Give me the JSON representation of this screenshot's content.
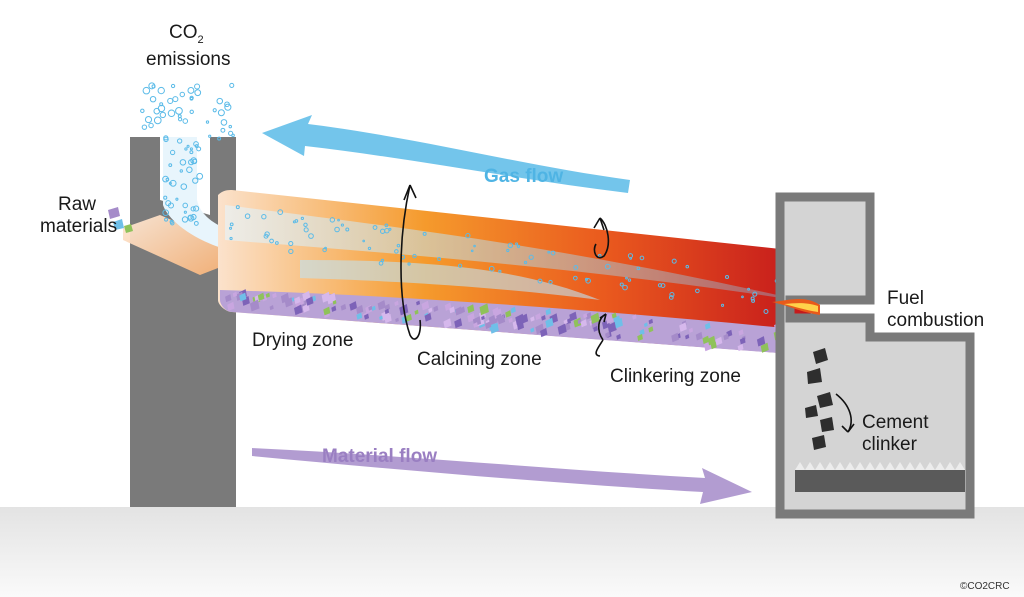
{
  "labels": {
    "co2_main": "CO",
    "co2_sub": "2",
    "emissions": "emissions",
    "raw_materials": "Raw\nmaterials",
    "gas_flow": "Gas flow",
    "drying_zone": "Drying zone",
    "calcining_zone": "Calcining zone",
    "clinkering_zone": "Clinkering zone",
    "fuel_combustion": "Fuel\ncombustion",
    "cement_clinker": "Cement\nclinker",
    "material_flow": "Material flow",
    "copyright": "©CO2CRC"
  },
  "colors": {
    "gas_flow": "#5bbbe8",
    "material_flow": "#a58bc9",
    "kiln_start": "#fbd9bd",
    "kiln_mid": "#f5891f",
    "kiln_end": "#c3161c",
    "structure": "#7a7a7a",
    "ground": "#e6e6e6"
  },
  "icons": [
    "rotation-arrow-icon",
    "flame-icon",
    "gas-bubble-icon",
    "material-particle-icon"
  ]
}
